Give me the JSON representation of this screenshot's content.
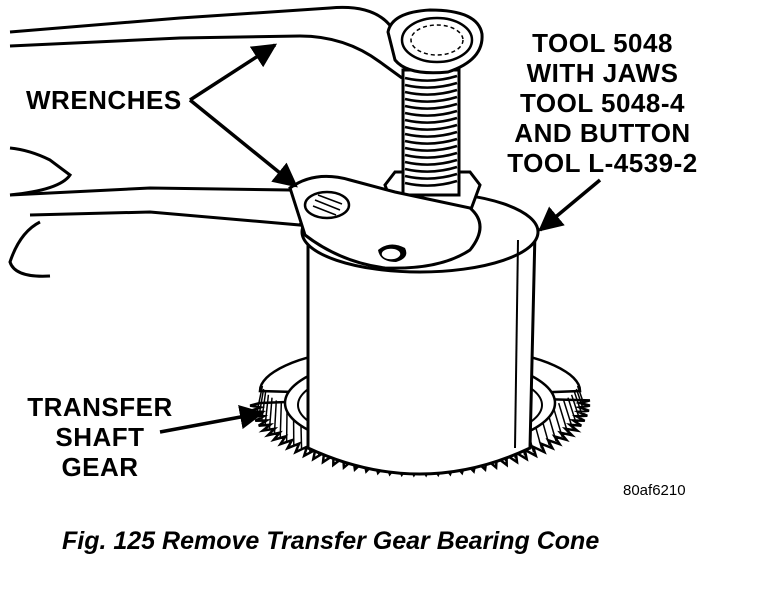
{
  "labels": {
    "tool": [
      "TOOL 5048",
      "WITH JAWS",
      "TOOL 5048-4",
      "AND BUTTON",
      "TOOL L-4539-2"
    ],
    "wrenches": "WRENCHES",
    "gear": [
      "TRANSFER",
      "SHAFT",
      "GEAR"
    ]
  },
  "image_id": "80af6210",
  "caption": "Fig. 125 Remove Transfer Gear Bearing Cone"
}
